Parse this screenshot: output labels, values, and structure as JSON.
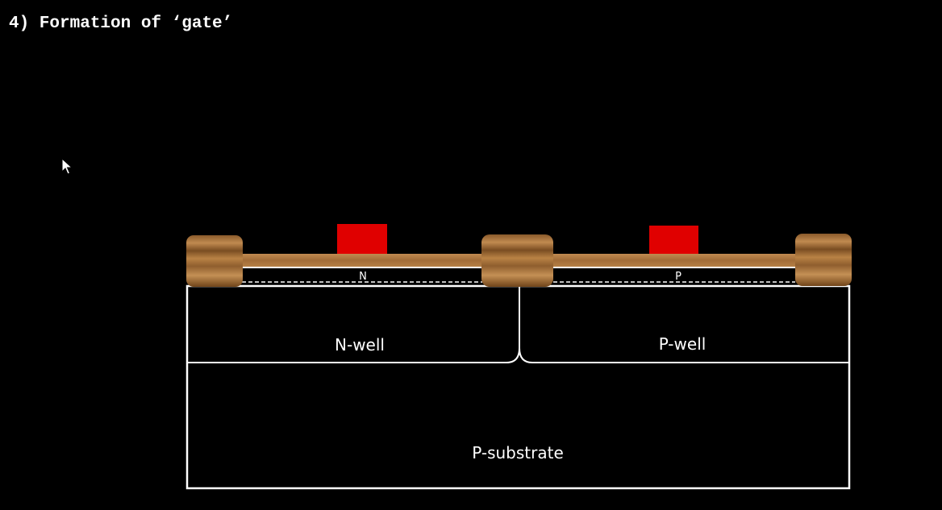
{
  "slide": {
    "title": "4) Formation of ‘gate’"
  },
  "diagram": {
    "labels": {
      "n_region": "N",
      "p_region": "P",
      "n_well": "N-well",
      "p_well": "P-well",
      "substrate": "P-substrate"
    },
    "colors": {
      "background": "#000000",
      "gate": "#e00000",
      "oxide": "#a8743f",
      "outline": "#ffffff"
    },
    "icons": {
      "cursor": "mouse-pointer-icon"
    }
  }
}
